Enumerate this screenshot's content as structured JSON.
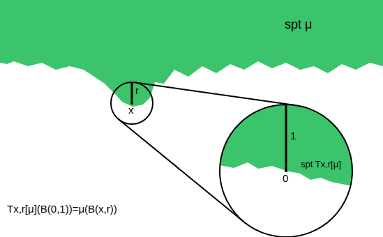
{
  "diagram": {
    "nodes": [
      {
        "text": [
          "r",
          "x"
        ]
      },
      {
        "text": [
          "1",
          "spt Tx,r[μ]",
          "0"
        ]
      }
    ],
    "edges": [
      {
        "from": 0,
        "to": 1,
        "arrow": "none"
      },
      {
        "from": 0,
        "to": 1,
        "arrow": "none"
      }
    ],
    "labels": [
      "spt μ",
      "Tx,r[μ](B(0,1))=μ(B(x,r))"
    ]
  }
}
